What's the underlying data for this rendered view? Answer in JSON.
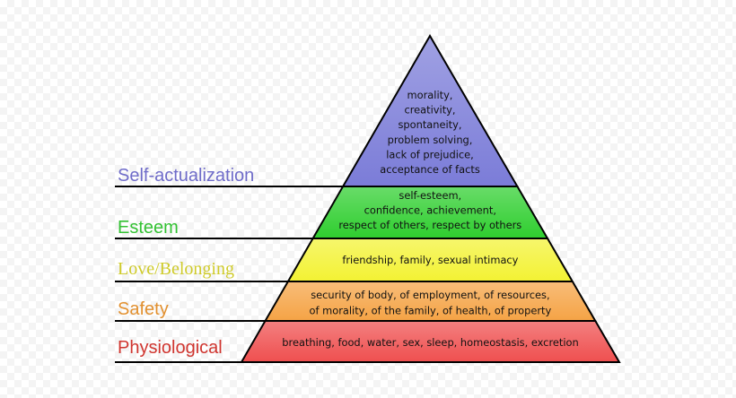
{
  "levels": [
    {
      "key": "self-actualization",
      "name": "Self-actualization",
      "color": "#7b7cd8",
      "label_color": "#6f6cc9",
      "label_font": "sans",
      "lines": [
        "morality,",
        "creativity,",
        "spontaneity,",
        "problem solving,",
        "lack of prejudice,",
        "acceptance of facts"
      ]
    },
    {
      "key": "esteem",
      "name": "Esteem",
      "color": "#2fce2f",
      "label_color": "#33c233",
      "label_font": "sans",
      "lines": [
        "self-esteem,",
        "confidence, achievement,",
        "respect of others, respect by others"
      ]
    },
    {
      "key": "love-belonging",
      "name": "Love/Belonging",
      "color": "#f3f233",
      "label_color": "#cfcb2a",
      "label_font": "serif",
      "lines": [
        "friendship, family, sexual intimacy"
      ]
    },
    {
      "key": "safety",
      "name": "Safety",
      "color": "#f5a345",
      "label_color": "#e2902f",
      "label_font": "sans",
      "lines": [
        "security of body, of employment, of resources,",
        "of morality, of the family, of health, of property"
      ]
    },
    {
      "key": "physiological",
      "name": "Physiological",
      "color": "#ef4f4f",
      "label_color": "#d0352f",
      "label_font": "sans",
      "lines": [
        "breathing, food, water, sex, sleep, homeostasis, excretion"
      ]
    }
  ]
}
